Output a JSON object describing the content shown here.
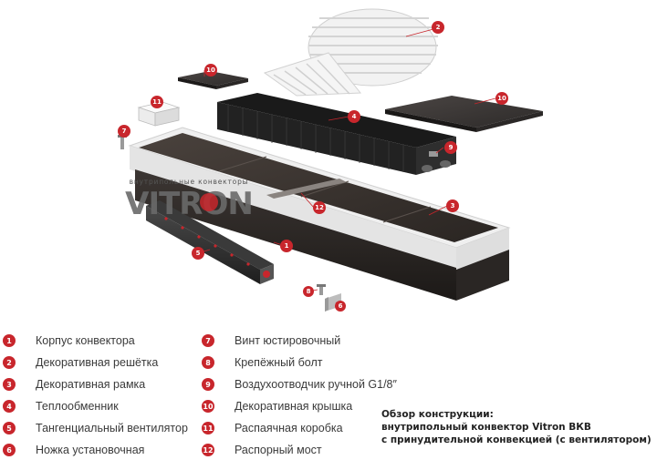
{
  "brand": {
    "name": "VITRON",
    "tagline": "внутрипольные конвекторы"
  },
  "legend_left": [
    {
      "num": "1",
      "label": "Корпус конвектора"
    },
    {
      "num": "2",
      "label": "Декоративная решётка"
    },
    {
      "num": "3",
      "label": "Декоративная рамка"
    },
    {
      "num": "4",
      "label": "Теплообменник"
    },
    {
      "num": "5",
      "label": "Тангенциальный вентилятор"
    },
    {
      "num": "6",
      "label": "Ножка установочная"
    }
  ],
  "legend_right": [
    {
      "num": "7",
      "label": "Винт юстировочный"
    },
    {
      "num": "8",
      "label": "Крепёжный болт"
    },
    {
      "num": "9",
      "label": "Воздухоотводчик ручной G1/8″"
    },
    {
      "num": "10",
      "label": "Декоративная крышка"
    },
    {
      "num": "11",
      "label": "Распаячная коробка"
    },
    {
      "num": "12",
      "label": "Распорный мост"
    }
  ],
  "overview": {
    "line1": "Обзор конструкции:",
    "line2": "внутрипольный конвектор Vitron ВКВ",
    "line3": "с принудительной конвекцией (с вентилятором)"
  },
  "callouts": {
    "c1": "1",
    "c2": "2",
    "c3": "3",
    "c4": "4",
    "c5": "5",
    "c6": "6",
    "c7": "7",
    "c8": "8",
    "c9": "9",
    "c10a": "10",
    "c10b": "10",
    "c11": "11",
    "c12": "12"
  },
  "colors": {
    "accent": "#c8262c",
    "frame": "#e8e8e8",
    "body": "#2a2624",
    "text": "#3a3a3a"
  }
}
